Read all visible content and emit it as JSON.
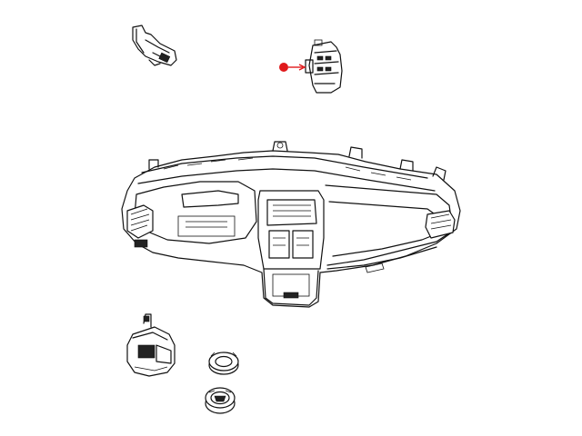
{
  "diagram": {
    "callout": {
      "marker_color": "#e0191b",
      "target_part": "switch-module",
      "icon": "red-dot-arrow-icon"
    },
    "parts": [
      {
        "id": "wiring-bracket",
        "icon": "bracket-icon"
      },
      {
        "id": "switch-module",
        "icon": "switch-module-icon",
        "highlighted": true
      },
      {
        "id": "instrument-panel",
        "icon": "dashboard-icon"
      },
      {
        "id": "power-outlet-housing",
        "icon": "outlet-housing-icon"
      },
      {
        "id": "retainer-ring",
        "icon": "ring-icon"
      },
      {
        "id": "outlet-socket",
        "icon": "socket-icon"
      }
    ]
  }
}
